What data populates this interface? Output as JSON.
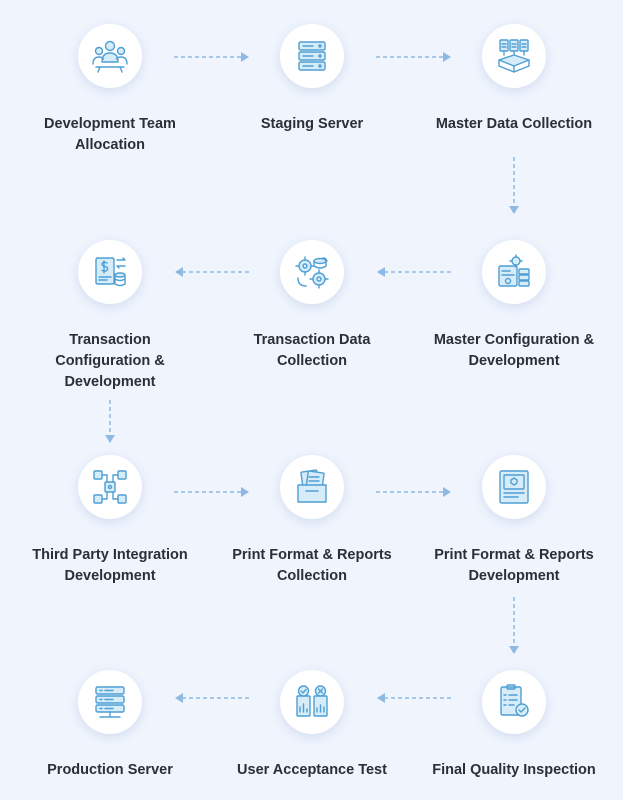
{
  "colors": {
    "background": "#eff4fd",
    "accent": "#4f9fd4",
    "arrow": "#8fb9e3",
    "text": "#2b2f36"
  },
  "steps": [
    {
      "icon": "team-icon",
      "lines": [
        "Development Team",
        "Allocation"
      ]
    },
    {
      "icon": "server-icon",
      "lines": [
        "Staging Server"
      ]
    },
    {
      "icon": "data-collection-icon",
      "lines": [
        "Master Data Collection"
      ]
    },
    {
      "icon": "configuration-icon",
      "lines": [
        "Master Configuration &",
        "Development"
      ]
    },
    {
      "icon": "transaction-data-icon",
      "lines": [
        "Transaction Data",
        "Collection"
      ]
    },
    {
      "icon": "transaction-config-icon",
      "lines": [
        "Transaction",
        "Configuration &",
        "Development"
      ]
    },
    {
      "icon": "integration-icon",
      "lines": [
        "Third Party Integration",
        "Development"
      ]
    },
    {
      "icon": "print-collection-icon",
      "lines": [
        "Print Format & Reports",
        "Collection"
      ]
    },
    {
      "icon": "print-development-icon",
      "lines": [
        "Print Format & Reports",
        "Development"
      ]
    },
    {
      "icon": "quality-inspection-icon",
      "lines": [
        "Final Quality Inspection"
      ]
    },
    {
      "icon": "acceptance-test-icon",
      "lines": [
        "User Acceptance Test"
      ]
    },
    {
      "icon": "production-server-icon",
      "lines": [
        "Production Server"
      ]
    }
  ]
}
